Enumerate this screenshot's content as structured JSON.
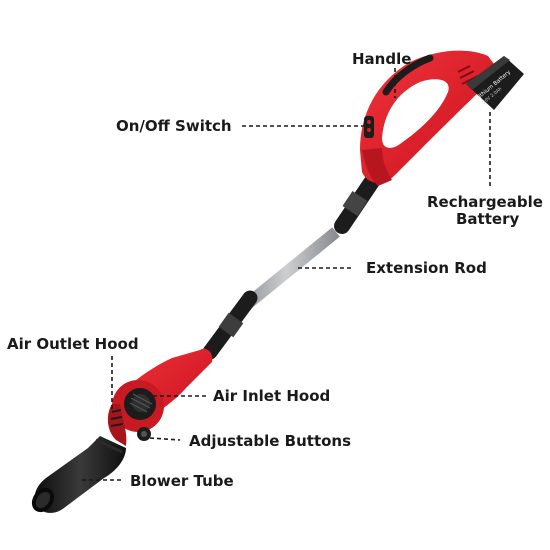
{
  "labels": {
    "handle": "Handle",
    "on_off_switch": "On/Off Switch",
    "rechargeable_battery_line1": "Rechargeable",
    "rechargeable_battery_line2": "Battery",
    "extension_rod": "Extension Rod",
    "air_outlet_hood": "Air Outlet Hood",
    "air_inlet_hood": "Air Inlet Hood",
    "adjustable_buttons": "Adjustable Buttons",
    "blower_tube": "Blower Tube"
  },
  "battery_text": {
    "line1": "Lithium Battery",
    "line2": "20V 2.0Ah"
  },
  "colors": {
    "body_red": "#d81e28",
    "dark_red": "#9e1219",
    "black": "#1c1c1c",
    "rod_gray": "#b9bcc0"
  }
}
